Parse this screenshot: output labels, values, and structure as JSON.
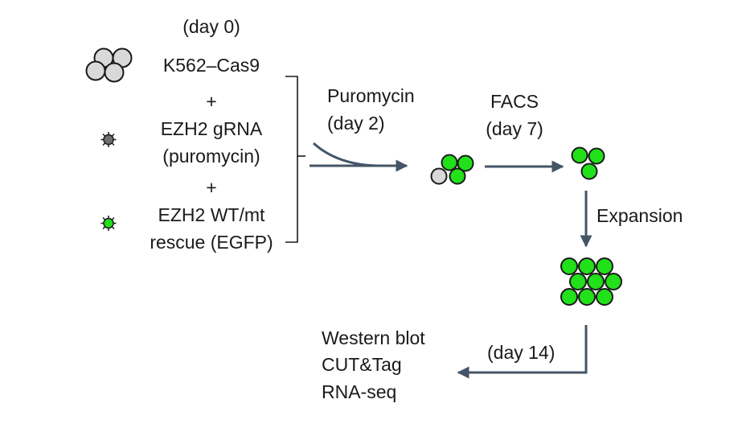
{
  "labels": {
    "day0": "(day 0)",
    "cell_line": "K562–Cas9",
    "plus1": "+",
    "grna_line1": "EZH2 gRNA",
    "grna_line2": "(puromycin)",
    "plus2": "+",
    "rescue_line1": "EZH2 WT/mt",
    "rescue_line2": "rescue (EGFP)",
    "puro_line1": "Puromycin",
    "puro_line2": "(day 2)",
    "facs_line1": "FACS",
    "facs_line2": "(day 7)",
    "expansion": "Expansion",
    "day14": "(day 14)",
    "readout1": "Western blot",
    "readout2": "CUT&Tag",
    "readout3": "RNA-seq"
  },
  "icons": {
    "cell": "cell-icon",
    "virus": "virus-icon",
    "arrow": "arrow-icon"
  },
  "colors": {
    "gfp_green": "#22e01a",
    "unlabeled_cell": "#d9d9d9",
    "virus_gray": "#707070",
    "arrow": "#445566",
    "outline": "#1a1a1a"
  }
}
